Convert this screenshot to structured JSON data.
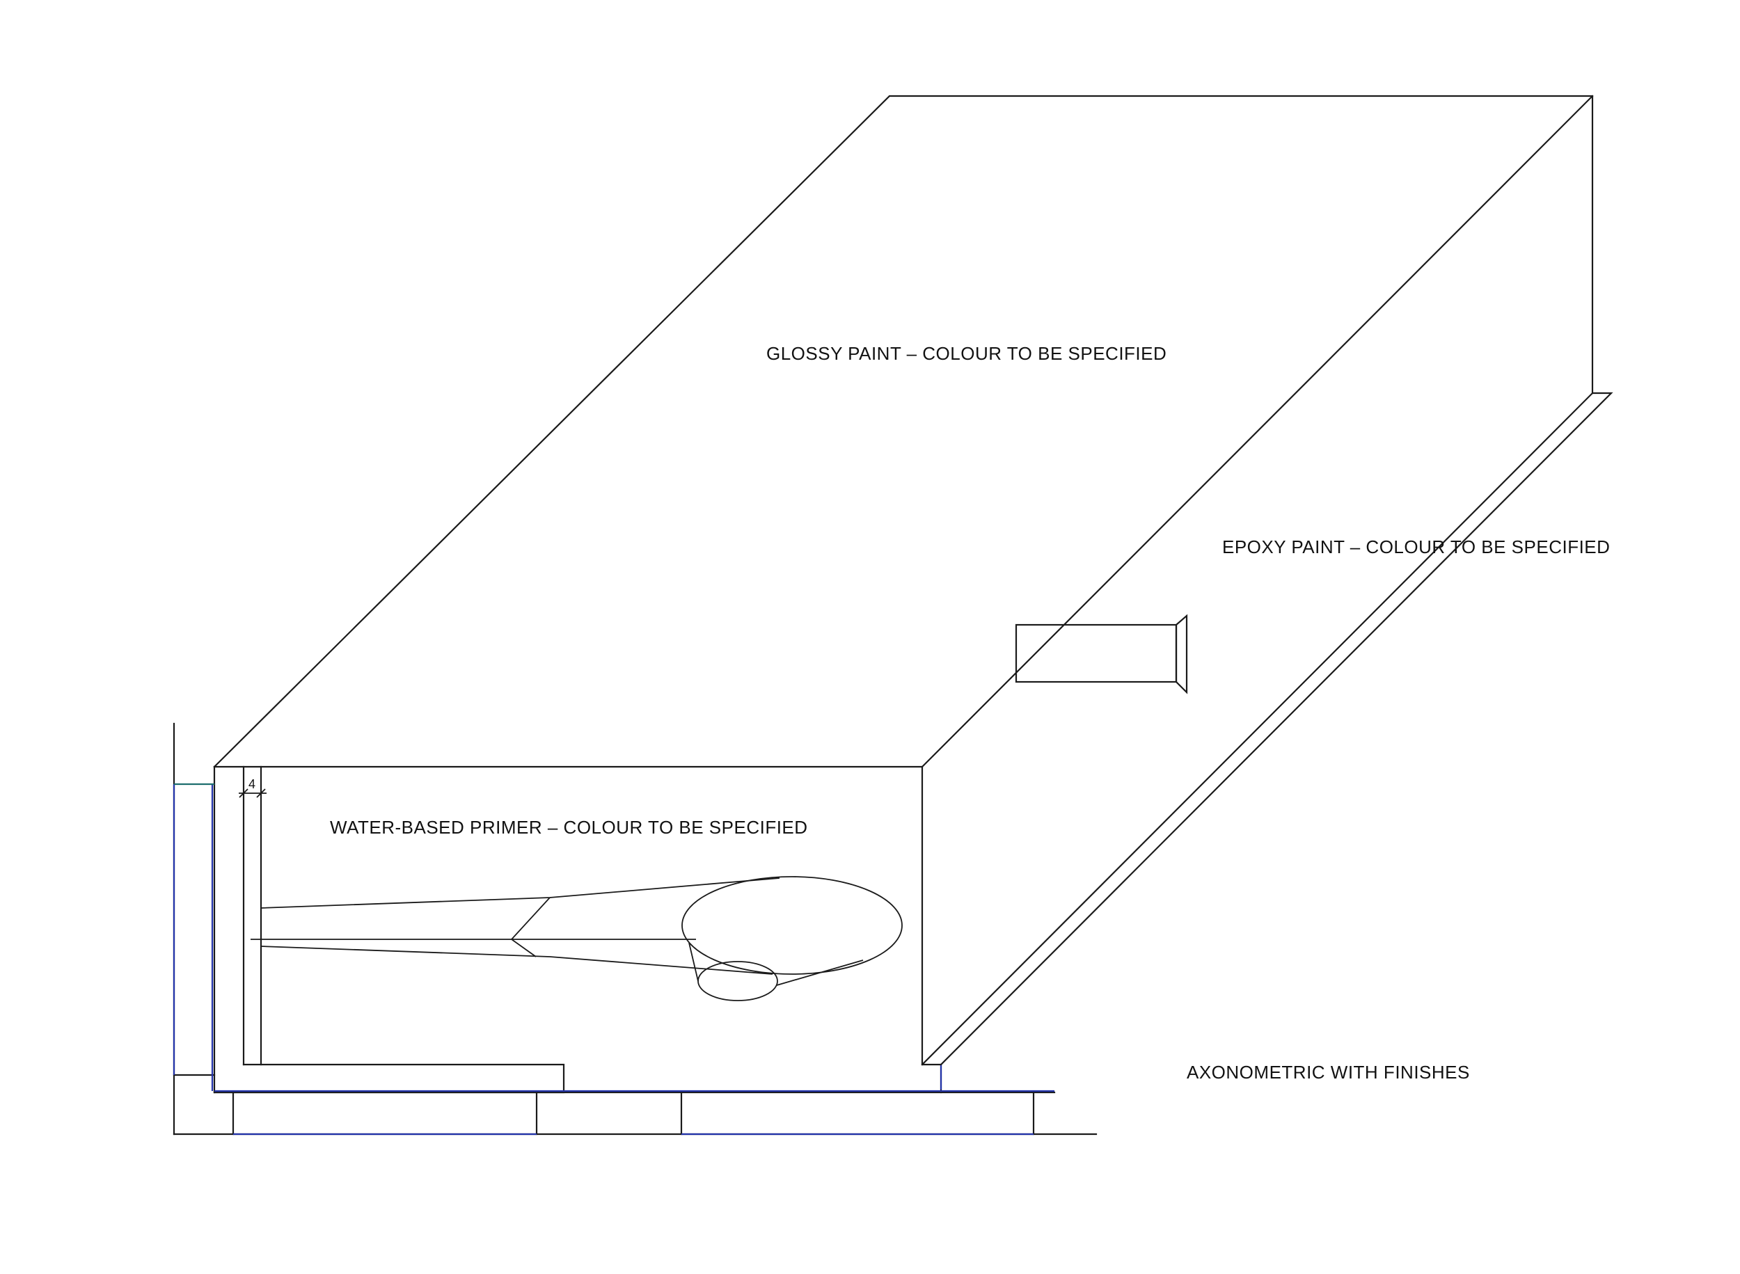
{
  "labels": {
    "glossy": "GLOSSY PAINT – COLOUR TO BE SPECIFIED",
    "epoxy": "EPOXY PAINT – COLOUR TO BE SPECIFIED",
    "primer": "WATER-BASED PRIMER – COLOUR TO BE SPECIFIED",
    "title": "AXONOMETRIC WITH FINISHES"
  },
  "dimension": {
    "wall_thickness": "4"
  },
  "colors": {
    "line": "#1a1a1a",
    "blue_line": "#2233aa",
    "teal_line": "#1d6e6e",
    "background": "#ffffff"
  }
}
